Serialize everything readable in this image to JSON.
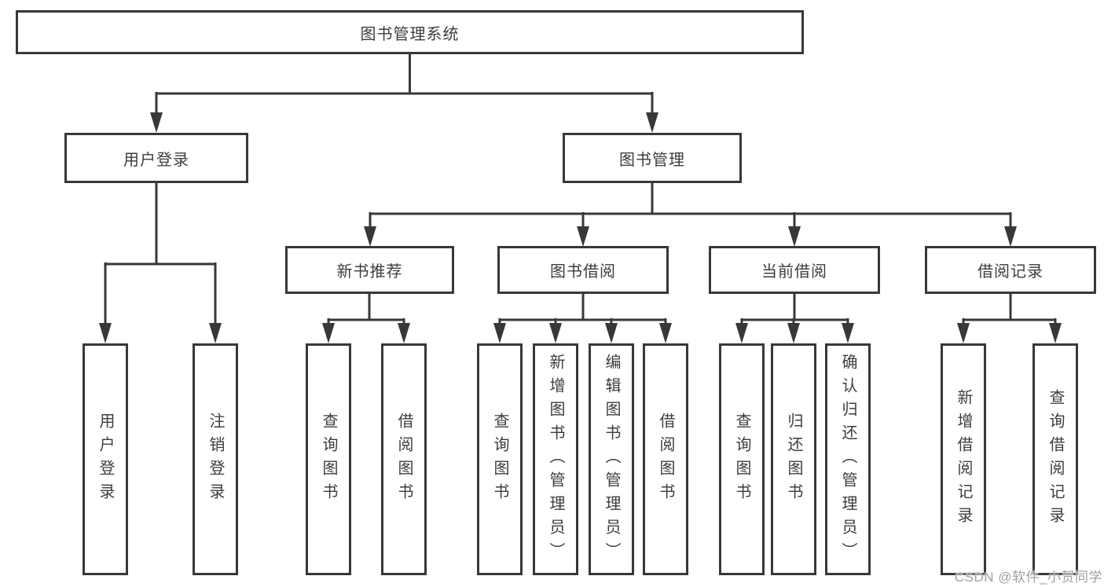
{
  "diagram": {
    "root": {
      "label": "图书管理系统"
    },
    "branches": [
      {
        "label": "用户登录",
        "children": [
          {
            "label": "用户登录"
          },
          {
            "label": "注销登录"
          }
        ]
      },
      {
        "label": "图书管理",
        "children": [
          {
            "label": "新书推荐",
            "children": [
              {
                "label": "查询图书"
              },
              {
                "label": "借阅图书"
              }
            ]
          },
          {
            "label": "图书借阅",
            "children": [
              {
                "label": "查询图书"
              },
              {
                "label": "新增图书（管理员）"
              },
              {
                "label": "编辑图书（管理员）"
              },
              {
                "label": "借阅图书"
              }
            ]
          },
          {
            "label": "当前借阅",
            "children": [
              {
                "label": "查询图书"
              },
              {
                "label": "归还图书"
              },
              {
                "label": "确认归还（管理员）"
              }
            ]
          },
          {
            "label": "借阅记录",
            "children": [
              {
                "label": "新增借阅记录"
              },
              {
                "label": "查询借阅记录"
              }
            ]
          }
        ]
      }
    ]
  },
  "watermark": {
    "text": "CSDN @软件_小贺同学"
  },
  "colors": {
    "line": "#383838",
    "box_border": "#383838",
    "text": "#3d3d3d",
    "watermark_text": "#9f9f9f",
    "background": "#ffffff"
  }
}
